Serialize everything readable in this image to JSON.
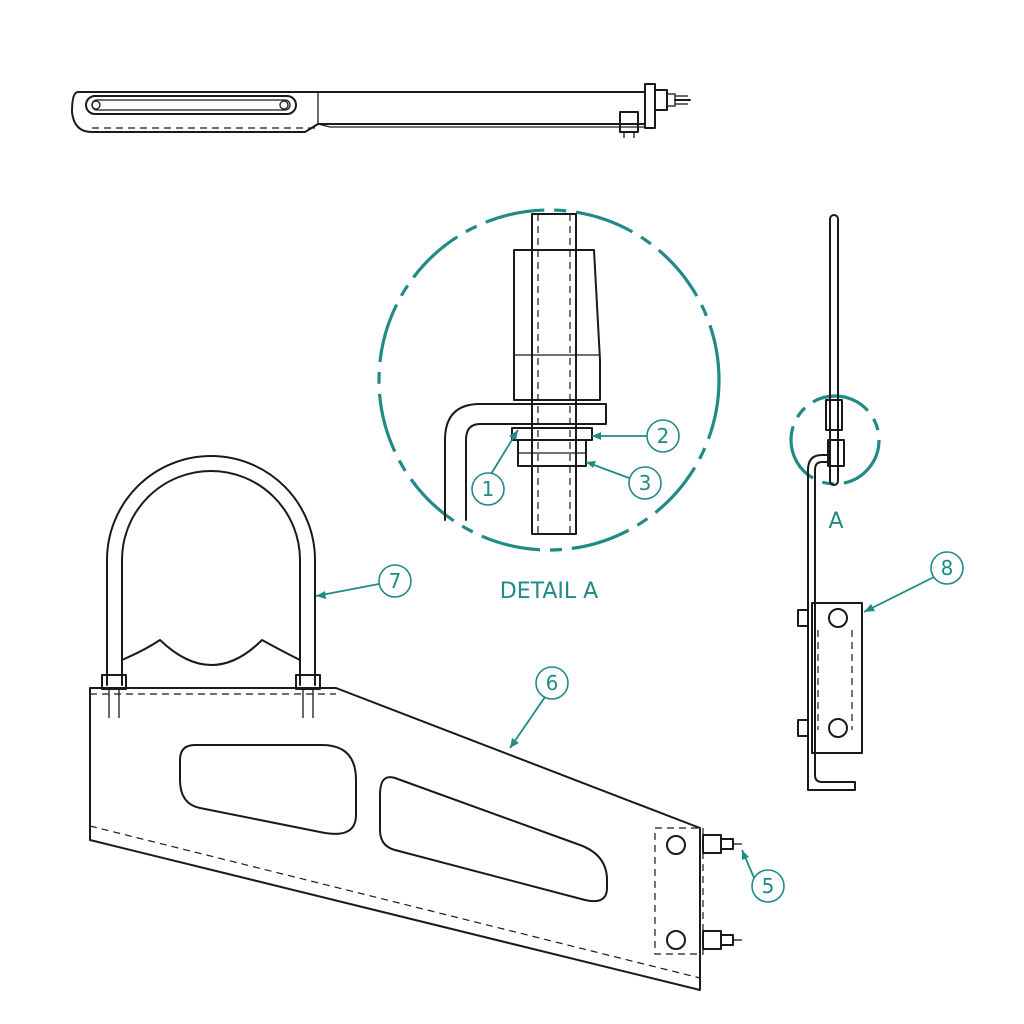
{
  "drawing": {
    "accent_color": "#1f8a86",
    "line_color": "#1a1a1a",
    "views": {
      "top": "top-view",
      "detail": "detail-a",
      "side": "side-view",
      "front": "front-view"
    },
    "labels": {
      "detail_title": "DETAIL A",
      "view_callout": "A"
    },
    "balloons": [
      "1",
      "2",
      "3",
      "5",
      "6",
      "7",
      "8"
    ]
  }
}
